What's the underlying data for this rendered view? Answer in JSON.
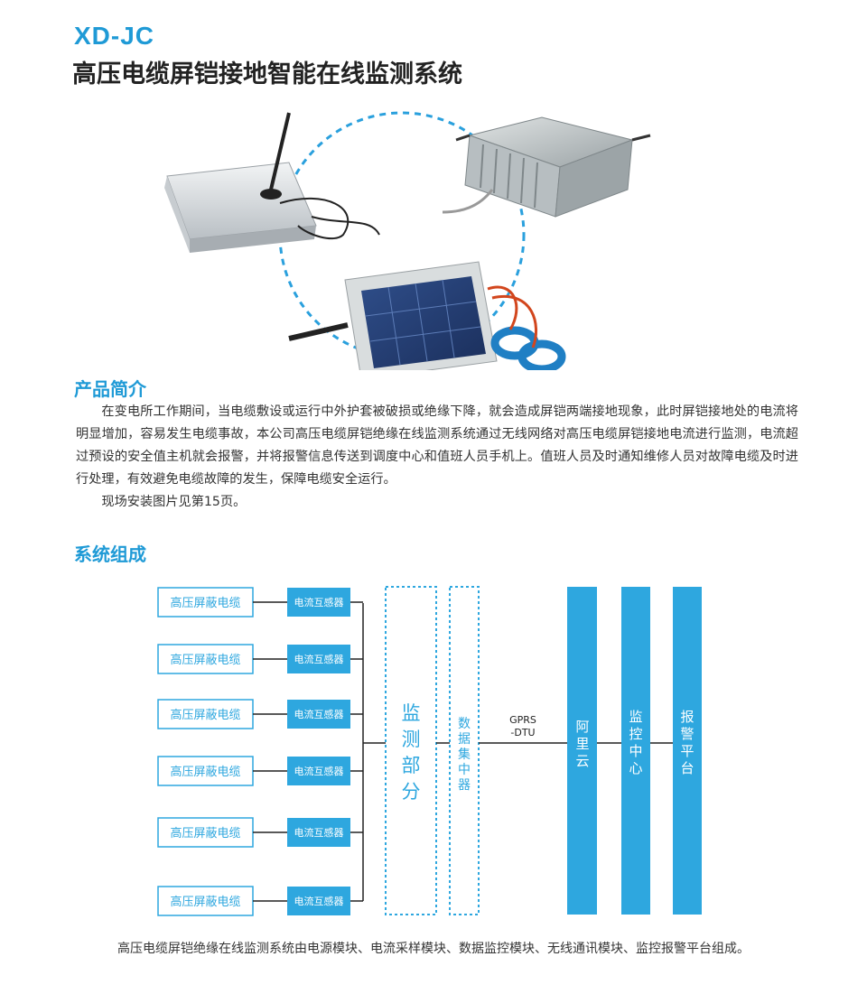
{
  "header": {
    "model": "XD-JC",
    "title": "高压电缆屏铠接地智能在线监测系统"
  },
  "intro": {
    "heading": "产品简介",
    "paragraph1": "在变电所工作期间，当电缆敷设或运行中外护套被破损或绝缘下降，就会造成屏铠两端接地现象，此时屏铠接地处的电流将明显增加，容易发生电缆事故，本公司高压电缆屏铠绝缘在线监测系统通过无线网络对高压电缆屏铠接地电流进行监测，电流超过预设的安全值主机就会报警，并将报警信息传送到调度中心和值班人员手机上。值班人员及时通知维修人员对故障电缆及时进行处理，有效避免电缆故障的发生，保障电缆安全运行。",
    "paragraph2": "现场安装图片见第15页。"
  },
  "system": {
    "heading": "系统组成",
    "cable_label": "高压屏蔽电缆",
    "ct_label": "电流互感器",
    "monitor_label": "监测部分",
    "concentrator_label": "数据集中器",
    "gprs_label": "GPRS",
    "dtu_label": "-DTU",
    "cloud_label": "阿里云",
    "center_label": "监控中心",
    "alarm_label": "报警平台",
    "footer": "高压电缆屏铠绝缘在线监测系统由电源模块、电流采样模块、数据监控模块、无线通讯模块、监控报警平台组成。"
  },
  "colors": {
    "accent": "#1f9ad6",
    "box_blue": "#2ea7df",
    "line": "#222222"
  }
}
